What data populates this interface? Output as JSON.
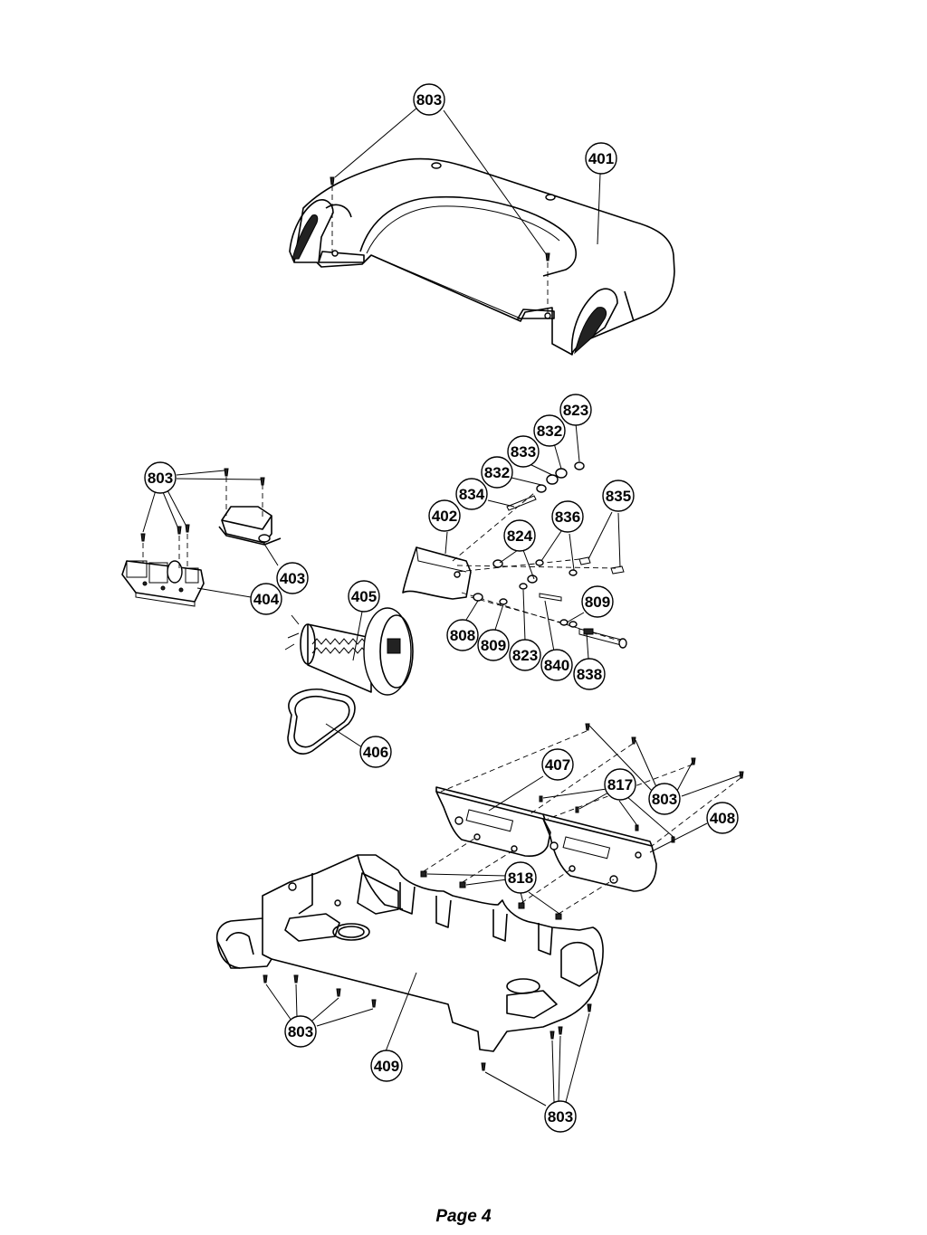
{
  "footer": {
    "page_label": "Page 4"
  },
  "callouts": {
    "c803_top": "803",
    "c401": "401",
    "c823_a": "823",
    "c832_a": "832",
    "c833": "833",
    "c832_b": "832",
    "c834": "834",
    "c835": "835",
    "c402": "402",
    "c836": "836",
    "c824": "824",
    "c803_mid": "803",
    "c403": "403",
    "c404": "404",
    "c405": "405",
    "c809_a": "809",
    "c808": "808",
    "c809_b": "809",
    "c823_b": "823",
    "c840": "840",
    "c838": "838",
    "c406": "406",
    "c407": "407",
    "c817": "817",
    "c803_right": "803",
    "c408": "408",
    "c818": "818",
    "c803_bl": "803",
    "c409": "409",
    "c803_br": "803"
  }
}
